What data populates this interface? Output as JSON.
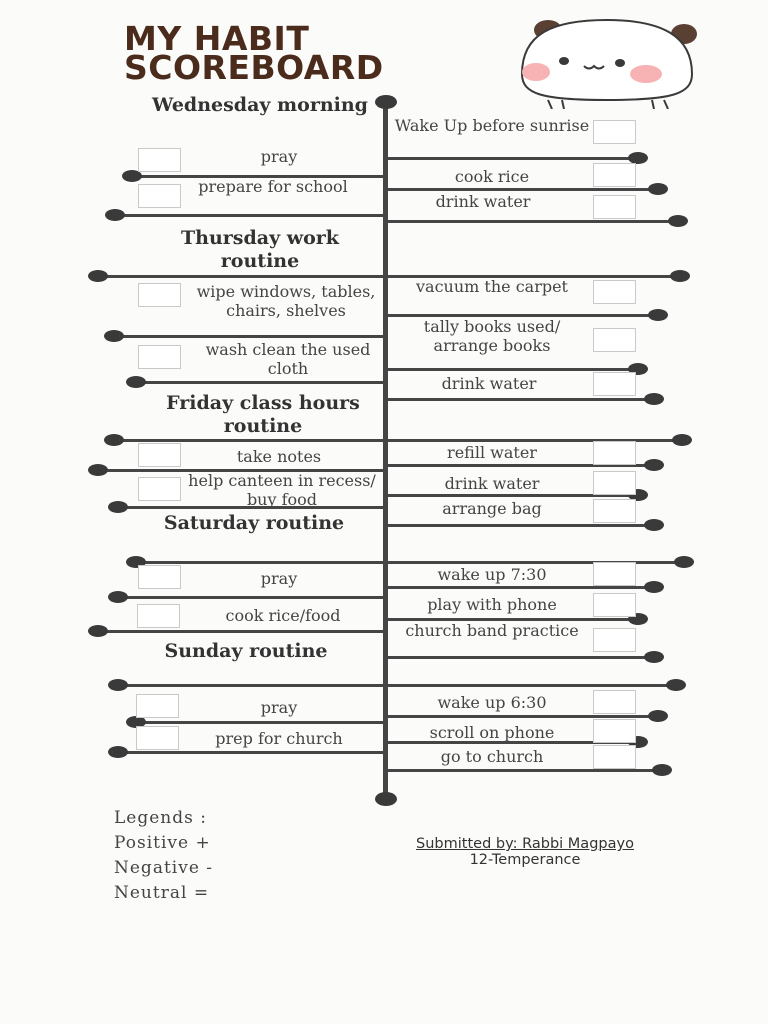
{
  "title": {
    "line1": "MY HABIT",
    "line2": "SCOREBOARD"
  },
  "sections": [
    {
      "heading": "Wednesday morning",
      "left": [
        "pray",
        "prepare for school"
      ],
      "right": [
        "Wake Up before sunrise",
        "cook rice",
        "drink water"
      ]
    },
    {
      "heading": "Thursday work routine",
      "left": [
        "wipe windows, tables, chairs, shelves",
        "wash clean the used cloth"
      ],
      "right": [
        "vacuum the carpet",
        "tally books used/ arrange books",
        "drink water"
      ]
    },
    {
      "heading": "Friday class hours routine",
      "left": [
        "take notes",
        "help canteen in recess/ buy food"
      ],
      "right": [
        "refill water",
        "drink water",
        "arrange bag"
      ]
    },
    {
      "heading": "Saturday routine",
      "left": [
        "pray",
        "cook rice/food"
      ],
      "right": [
        "wake up 7:30",
        "play with phone",
        "church band practice"
      ]
    },
    {
      "heading": "Sunday routine",
      "left": [
        "pray",
        "prep for church"
      ],
      "right": [
        "wake up 6:30",
        "scroll on phone",
        "go to church"
      ]
    }
  ],
  "legend": {
    "title": "Legends :",
    "positive": "Positive +",
    "negative": "Negative -",
    "neutral": "Neutral ="
  },
  "submitted": {
    "by": "Submitted by: Rabbi Magpayo",
    "section": "12-Temperance"
  },
  "colors": {
    "title": "#4a2b1c",
    "line": "#454545",
    "blush": "#f7b3b3"
  }
}
